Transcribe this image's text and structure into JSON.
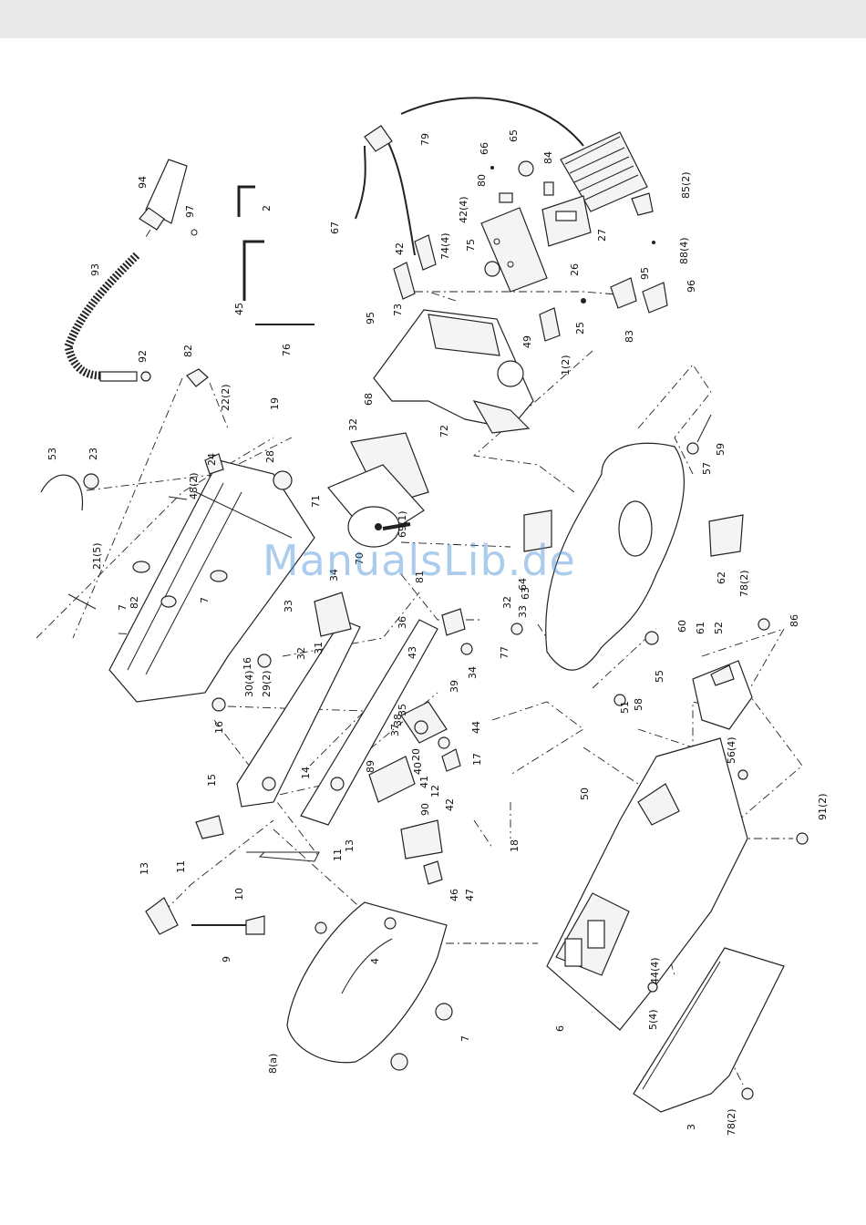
{
  "watermark": "ManualsLib.de",
  "labels": [
    "94",
    "97",
    "93",
    "92",
    "82",
    "2",
    "45",
    "76",
    "79",
    "67",
    "66",
    "65",
    "80",
    "84",
    "42(4)",
    "75",
    "74(4)",
    "42",
    "73",
    "95",
    "27",
    "26",
    "85(2)",
    "88(4)",
    "95",
    "96",
    "83",
    "25",
    "49",
    "1(2)",
    "22(2)",
    "19",
    "28",
    "53",
    "23",
    "24",
    "48(2)",
    "68",
    "32",
    "72",
    "71",
    "59",
    "57",
    "21(5)",
    "70",
    "69(1)",
    "7",
    "82",
    "7",
    "33",
    "34",
    "32",
    "31",
    "36",
    "32",
    "33",
    "64",
    "63",
    "81",
    "62",
    "78(2)",
    "86",
    "60",
    "61",
    "52",
    "16",
    "30(4)",
    "29(2)",
    "43",
    "34",
    "77",
    "55",
    "16",
    "39",
    "37",
    "38",
    "35",
    "20",
    "40",
    "41",
    "12",
    "89",
    "14",
    "15",
    "90",
    "42",
    "44",
    "17",
    "51",
    "58",
    "56(4)",
    "13",
    "11",
    "13",
    "11",
    "10",
    "18",
    "46",
    "47",
    "50",
    "91(2)",
    "9",
    "4",
    "8(a)",
    "7",
    "6",
    "5(4)",
    "44(4)",
    "3",
    "78(2)"
  ]
}
